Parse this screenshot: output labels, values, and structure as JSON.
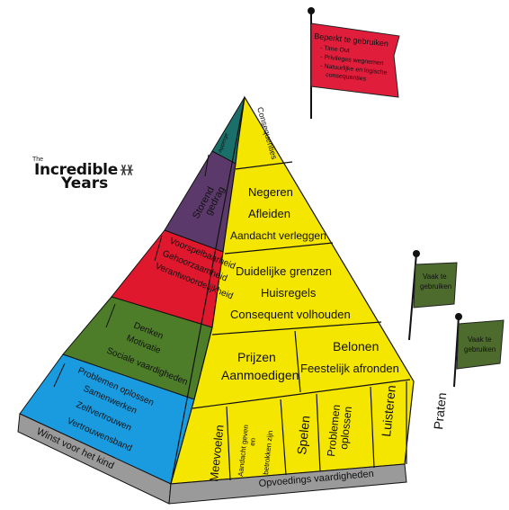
{
  "logo": {
    "small": "The",
    "line1": "Incredible",
    "line2": "Years",
    "mark": "ᚕᚕ"
  },
  "flag_main": {
    "title": "Beperkt te gebruiken",
    "items": [
      "- Time Out",
      "- Privileges wegnemen",
      "- Natuurlijke en logische",
      "consequenties"
    ],
    "color": "#e01e3c"
  },
  "flag_right_1": {
    "lines": [
      "Vaak te",
      "gebruiken"
    ],
    "color": "#4d6b2c"
  },
  "flag_right_2": {
    "lines": [
      "Vaak te",
      "gebruiken"
    ],
    "color": "#4d6b2c"
  },
  "left_face": {
    "top_label": "Apperge",
    "storend": [
      "Storend",
      "gedrag"
    ],
    "red": [
      "Voorspelbaarheid",
      "Gehoorzaamheid",
      "Verantwoordelijkheid"
    ],
    "green": [
      "Denken",
      "Motivatie",
      "Sociale vaardigheden"
    ],
    "blue": [
      "Problemen oplossen",
      "Samenwerken",
      "Zelfvertrouwen",
      "Vertrouwensband"
    ],
    "base": "Winst voor het kind",
    "colors": {
      "teal": "#1b6f6a",
      "purple": "#5b3a6b",
      "red": "#e0182d",
      "green": "#4e7d2a",
      "blue": "#1a9be0",
      "base": "#9a9a9a"
    }
  },
  "right_face": {
    "top": "Consequenties",
    "level2": [
      "Negeren",
      "Afleiden",
      "Aandacht verleggen"
    ],
    "level3": [
      "Duidelijke grenzen",
      "Huisregels",
      "Consequent volhouden"
    ],
    "level4_left": [
      "Prijzen",
      "Aanmoedigen"
    ],
    "level4_right": [
      "Belonen",
      "Feestelijk afronden"
    ],
    "columns": [
      "Meevoelen",
      "Aandacht geven",
      "en",
      "betrokken zijn",
      "Spelen",
      "Problemen",
      "oplossen",
      "Luisteren",
      "Praten"
    ],
    "base": "Opvoedings vaardigheden",
    "color": "#f5e600"
  }
}
